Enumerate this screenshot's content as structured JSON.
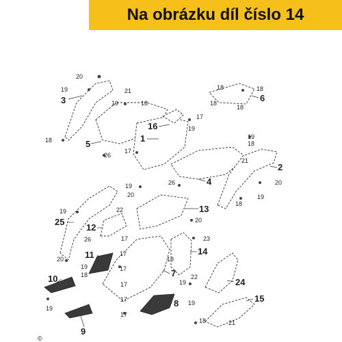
{
  "banner": {
    "text": "Na obrázku díl číslo 14",
    "color": "#f6bf1a"
  },
  "part_labels": {
    "p1": "1",
    "p2": "2",
    "p3": "3",
    "p4": "4",
    "p5": "5",
    "p6": "6",
    "p7": "7",
    "p8": "8",
    "p9": "9",
    "p10": "10",
    "p11": "11",
    "p12": "12",
    "p13": "13",
    "p14": "14",
    "p15": "15",
    "p16": "16",
    "p24": "24",
    "p25": "25"
  },
  "fastener_labels": {
    "n17": "17",
    "n18": "18",
    "n19": "19",
    "n20": "20",
    "n21": "21",
    "n22": "22",
    "n23": "23",
    "n26": "26"
  },
  "footer_mark": "©"
}
